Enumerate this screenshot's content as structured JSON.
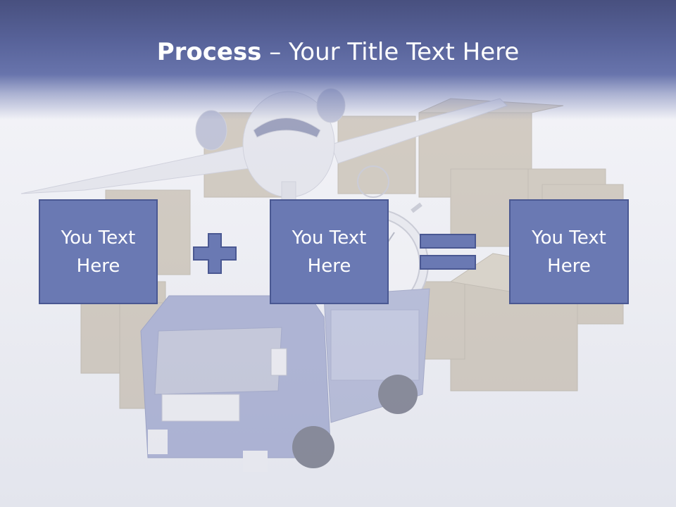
{
  "slide": {
    "title_bold": "Process",
    "title_rest": " – Your Title Text Here",
    "boxes": [
      {
        "text": "You Text\nHere"
      },
      {
        "text": "You Text\nHere"
      },
      {
        "text": "You Text\nHere"
      }
    ],
    "operators": [
      "plus",
      "equals"
    ]
  },
  "colors": {
    "header": "#5b669f",
    "box_fill": "#6a79b3",
    "box_border": "#4a5892",
    "title_text": "#ffffff"
  },
  "icons": [
    "airplane-icon",
    "stopwatch-icon",
    "truck-icon",
    "cardboard-box-icon",
    "plus-icon",
    "equals-icon"
  ]
}
